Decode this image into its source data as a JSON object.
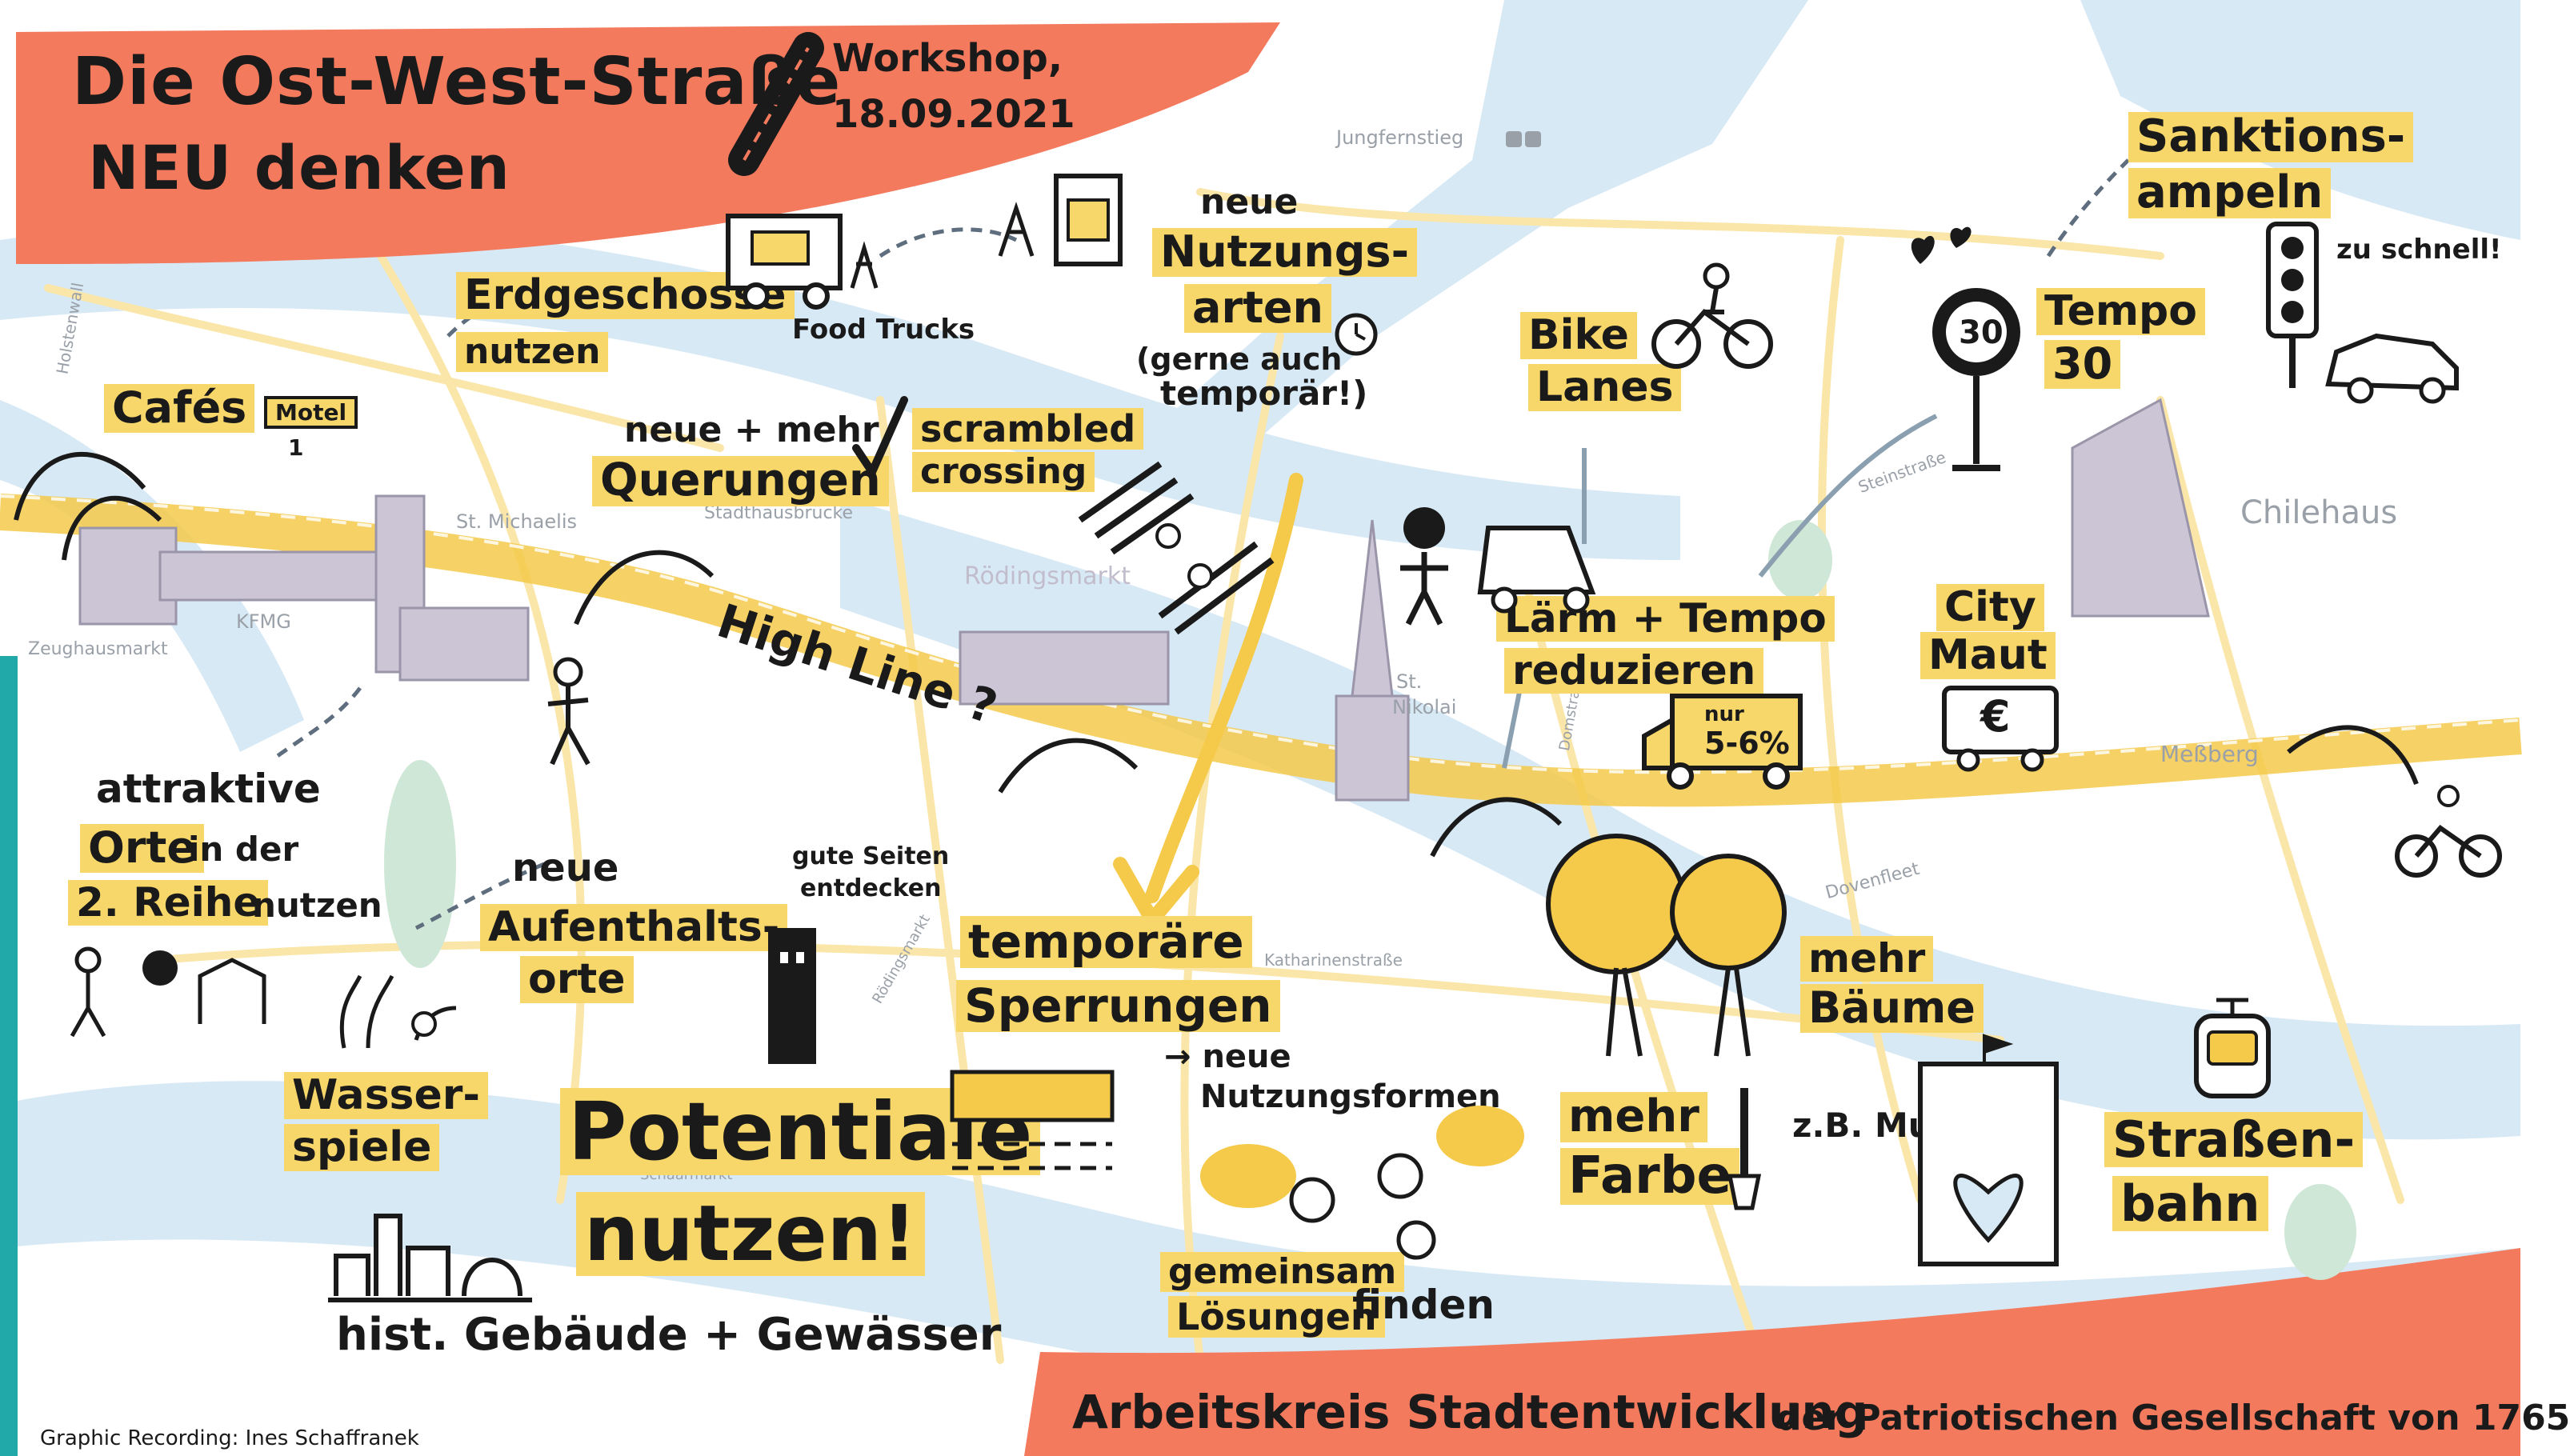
{
  "header": {
    "title_line1": "Die Ost-West-Straße",
    "title_line2": "NEU denken",
    "workshop": "Workshop,",
    "date": "18.09.2021"
  },
  "map_places": {
    "jungfernstieg": "Jungfernstieg",
    "st_michaelis": "St. Michaelis",
    "stadthausbruecke": "Stadthausbrücke",
    "roedingsmarkt": "Rödingsmarkt",
    "kfmg": "KFMG",
    "zeughausmarkt": "Zeughausmarkt",
    "st_nikolai_1": "St.",
    "st_nikolai_2": "Nikolai",
    "chilehaus": "Chilehaus",
    "messberg": "Meßberg",
    "steinstrasse": "Steinstraße",
    "dovenfleet": "Dovenfleet",
    "katharinenstrasse": "Katharinenstraße",
    "holstenwall": "Holstenwall",
    "domstrasse": "Domstraße",
    "roedingsmarkt_street": "Rödingsmarkt",
    "auswaertiger": "Schaarmarkt"
  },
  "notes": {
    "erdgeschosse_1": "Erdgeschosse",
    "erdgeschosse_2": "nutzen",
    "food_trucks": "Food Trucks",
    "neue_nutzungsarten_1": "neue",
    "neue_nutzungsarten_2": "Nutzungs-",
    "neue_nutzungsarten_3": "arten",
    "temporaer_1": "(gerne auch",
    "temporaer_2": "temporär!)",
    "cafes": "Cafés",
    "motel_1": "Motel",
    "motel_2": "1",
    "querungen_1": "neue + mehr",
    "querungen_2": "Querungen",
    "scrambled_1": "scrambled",
    "scrambled_2": "crossing",
    "high_line": "High Line ?",
    "bike_lanes_1": "Bike",
    "bike_lanes_2": "Lanes",
    "sanktions_1": "Sanktions-",
    "sanktions_2": "ampeln",
    "zu_schnell": "zu schnell!",
    "tempo_1": "Tempo",
    "tempo_2": "30",
    "sign_30": "30",
    "laerm_1": "Lärm + Tempo",
    "laerm_2": "reduzieren",
    "city_maut_1": "City",
    "city_maut_2": "Maut",
    "euro": "€",
    "nur_1": "nur",
    "nur_2": "5-6%",
    "attraktive_1": "attraktive",
    "attraktive_2": "Orte",
    "attraktive_3": "in der",
    "attraktive_4": "2. Reihe",
    "attraktive_5": "nutzen",
    "aufenthalt_1": "neue",
    "aufenthalt_2": "Aufenthalts-",
    "aufenthalt_3": "orte",
    "gute_seiten_1": "gute Seiten",
    "gute_seiten_2": "entdecken",
    "wasserspiele_1": "Wasser-",
    "wasserspiele_2": "spiele",
    "potentiale_1": "Potentiale",
    "potentiale_2": "nutzen!",
    "sperrungen_1": "temporäre",
    "sperrungen_2": "Sperrungen",
    "nutzungsformen_1": "→ neue",
    "nutzungsformen_2": "Nutzungsformen",
    "gemeinsam_1": "gemeinsam",
    "gemeinsam_2": "Lösungen",
    "gemeinsam_3": "finden",
    "mehr_farbe_1": "mehr",
    "mehr_farbe_2": "Farbe",
    "murals": "z.B. Murals",
    "mehr_baeume_1": "mehr",
    "mehr_baeume_2": "Bäume",
    "strassenbahn_1": "Straßen-",
    "strassenbahn_2": "bahn",
    "hist": "hist. Gebäude + Gewässer"
  },
  "footer": {
    "credit": "Graphic Recording: Ines Schaffranek",
    "ak_1": "Arbeitskreis Stadtentwicklung",
    "ak_2": "der Patriotischen Gesellschaft von 1765"
  },
  "colors": {
    "coral": "#f47a5d",
    "water": "#d8e9f6",
    "road": "#f5c94a",
    "highlight": "#f7d76a",
    "teal": "#21a8a8"
  }
}
